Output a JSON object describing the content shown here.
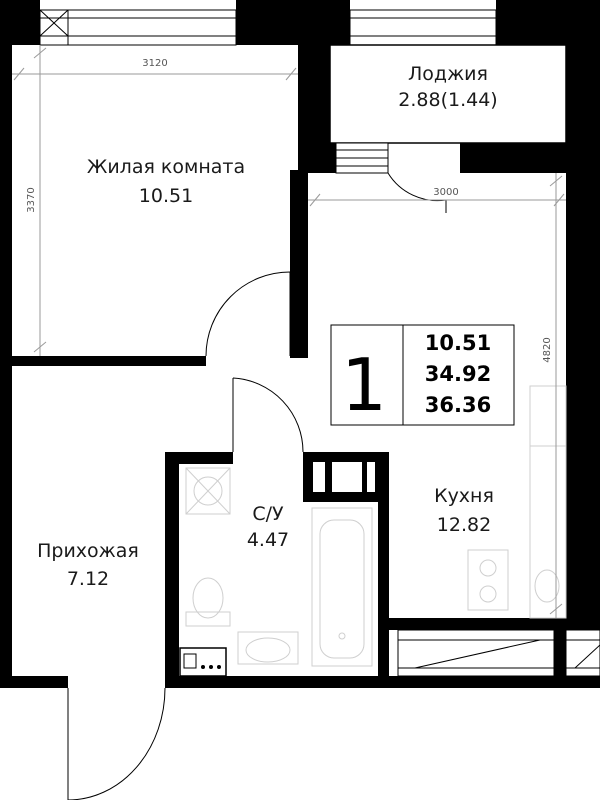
{
  "rooms": {
    "living_room": {
      "name": "Жилая комната",
      "area": "10.51"
    },
    "loggia": {
      "name": "Лоджия",
      "area": "2.88(1.44)"
    },
    "kitchen": {
      "name": "Кухня",
      "area": "12.82"
    },
    "bathroom": {
      "name": "С/У",
      "area": "4.47"
    },
    "hallway": {
      "name": "Прихожая",
      "area": "7.12"
    }
  },
  "dimensions": {
    "living_width": "3120",
    "living_depth": "3370",
    "kitchen_width": "3000",
    "kitchen_depth": "4820"
  },
  "summary": {
    "rooms_count": "1",
    "living_area": "10.51",
    "total_area": "34.92",
    "total_area_with_loggia": "36.36"
  }
}
